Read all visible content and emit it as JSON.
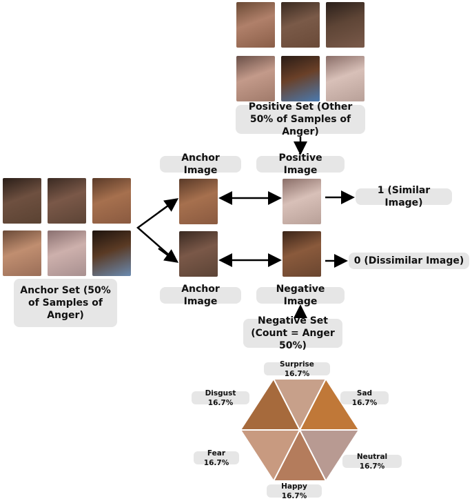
{
  "labels": {
    "positive_set": "Positive Set (Other 50% of Samples of Anger)",
    "positive_image": "Positive Image",
    "anchor_image_top": "Anchor Image",
    "anchor_image_bottom": "Anchor Image",
    "similar": "1 (Similar Image)",
    "dissimilar": "0 (Dissimilar Image)",
    "anchor_set": "Anchor Set (50% of Samples of Anger)",
    "negative_image": "Negative Image",
    "negative_set": "Negative Set (Count = Anger 50%)"
  },
  "hexagon": {
    "surprise": "Surprise 16.7%",
    "sad": "Sad 16.7%",
    "neutral": "Neutral 16.7%",
    "happy": "Happy 16.7%",
    "fear": "Fear 16.7%",
    "disgust": "Disgust 16.7%"
  },
  "colors": {
    "label_bg": "#e6e6e6",
    "arrow": "#000000"
  }
}
